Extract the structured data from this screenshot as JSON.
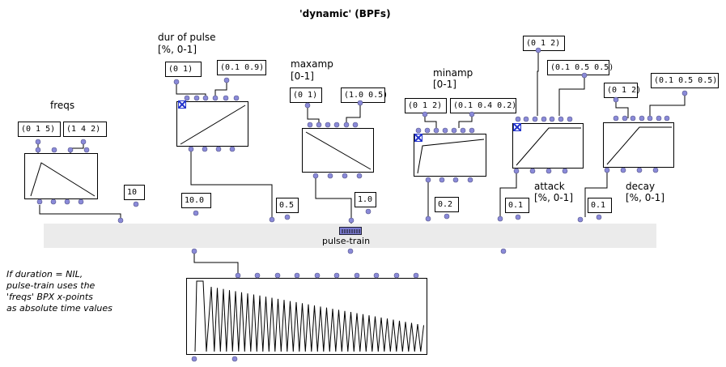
{
  "title": "'dynamic' (BPFs)",
  "labels": {
    "freqs": "freqs",
    "dur_line1": "dur of pulse",
    "dur_line2": "[%, 0-1]",
    "maxamp_line1": "maxamp",
    "maxamp_line2": "[0-1]",
    "minamp_line1": "minamp",
    "minamp_line2": "[0-1]",
    "attack_line1": "attack",
    "attack_line2": "[%, 0-1]",
    "decay_line1": "decay",
    "decay_line2": "[%, 0-1]"
  },
  "boxes": {
    "freqs_x": "(0 1 5)",
    "freqs_y": "(1 4 2)",
    "dur_x": "(0 1)",
    "dur_y": "(0.1 0.9)",
    "maxamp_x": "(0 1)",
    "maxamp_y": "(1.0 0.5)",
    "minamp_x": "(0 1 2)",
    "minamp_y": "(0.1 0.4 0.2)",
    "attack_x": "(0 1 2)",
    "attack_y": "(0.1 0.5 0.5)",
    "decay_x": "(0 1 2)",
    "decay_y": "(0.1 0.5 0.5)",
    "num_10": "10",
    "num_dur": "10.0",
    "num_05": "0.5",
    "num_10b": "1.0",
    "num_02": "0.2",
    "num_attack": "0.1",
    "num_decay": "0.1"
  },
  "pulse_train": {
    "label": "pulse-train"
  },
  "note": "If duration = NIL, pulse-train uses the 'freqs' BPX x-points as absolute time values",
  "note_lines": [
    "If duration = NIL,",
    "pulse-train uses the",
    "'freqs' BPX x-points",
    "as absolute time values"
  ],
  "colors": {
    "inlet": "#8a8ad8",
    "strip": "#ebebeb",
    "lock": "#2233cc"
  }
}
